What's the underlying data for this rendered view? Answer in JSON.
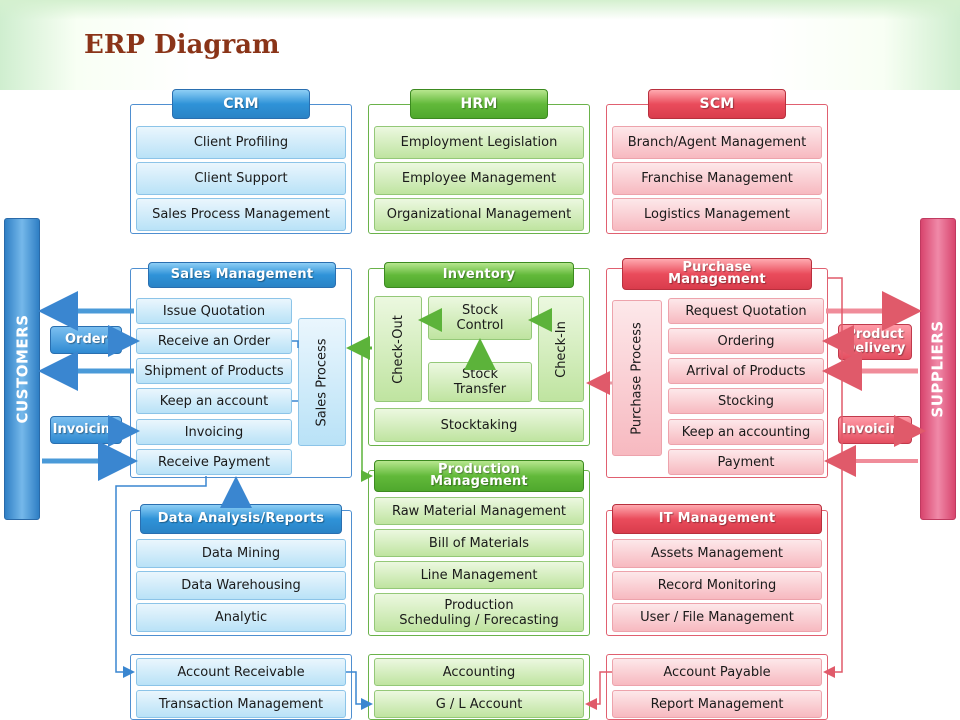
{
  "title": "ERP Diagram",
  "colors": {
    "blue": "#2f93d8",
    "green": "#62b93a",
    "red": "#ea4c5c",
    "title": "#8a3418"
  },
  "crm": {
    "header": "CRM",
    "items": [
      "Client Profiling",
      "Client Support",
      "Sales Process Management"
    ]
  },
  "hrm": {
    "header": "HRM",
    "items": [
      "Employment Legislation",
      "Employee Management",
      "Organizational Management"
    ]
  },
  "scm": {
    "header": "SCM",
    "items": [
      "Branch/Agent Management",
      "Franchise Management",
      "Logistics Management"
    ]
  },
  "sales": {
    "header": "Sales Management",
    "items": [
      "Issue Quotation",
      "Receive an Order",
      "Shipment of Products",
      "Keep an account",
      "Invoicing",
      "Receive Payment"
    ],
    "process": "Sales Process"
  },
  "inventory": {
    "header": "Inventory",
    "check_out": "Check-Out",
    "check_in": "Check-In",
    "stock_control": "Stock\nControl",
    "stock_transfer": "Stock\nTransfer",
    "stocktaking": "Stocktaking"
  },
  "purchase": {
    "header": "Purchase\nManagement",
    "items": [
      "Request Quotation",
      "Ordering",
      "Arrival of Products",
      "Stocking",
      "Keep an accounting",
      "Payment"
    ],
    "process": "Purchase Process"
  },
  "customers": "CUSTOMERS",
  "suppliers": "SUPPLIERS",
  "tags": {
    "order": "Order",
    "invoicing_left": "Invoicing",
    "product_delivery": "Product\nDelivery",
    "invoicing_right": "Invoicing"
  },
  "data_analysis": {
    "header": "Data Analysis/Reports",
    "items": [
      "Data Mining",
      "Data Warehousing",
      "Analytic"
    ]
  },
  "production": {
    "header": "Production\nManagement",
    "items": [
      "Raw Material Management",
      "Bill of Materials",
      "Line Management",
      "Production\nScheduling / Forecasting"
    ]
  },
  "it": {
    "header": "IT Management",
    "items": [
      "Assets Management",
      "Record Monitoring",
      "User / File Management"
    ]
  },
  "accounting_left": [
    "Account Receivable",
    "Transaction Management"
  ],
  "accounting_mid": [
    "Accounting",
    "G / L Account"
  ],
  "accounting_right": [
    "Account Payable",
    "Report Management"
  ]
}
